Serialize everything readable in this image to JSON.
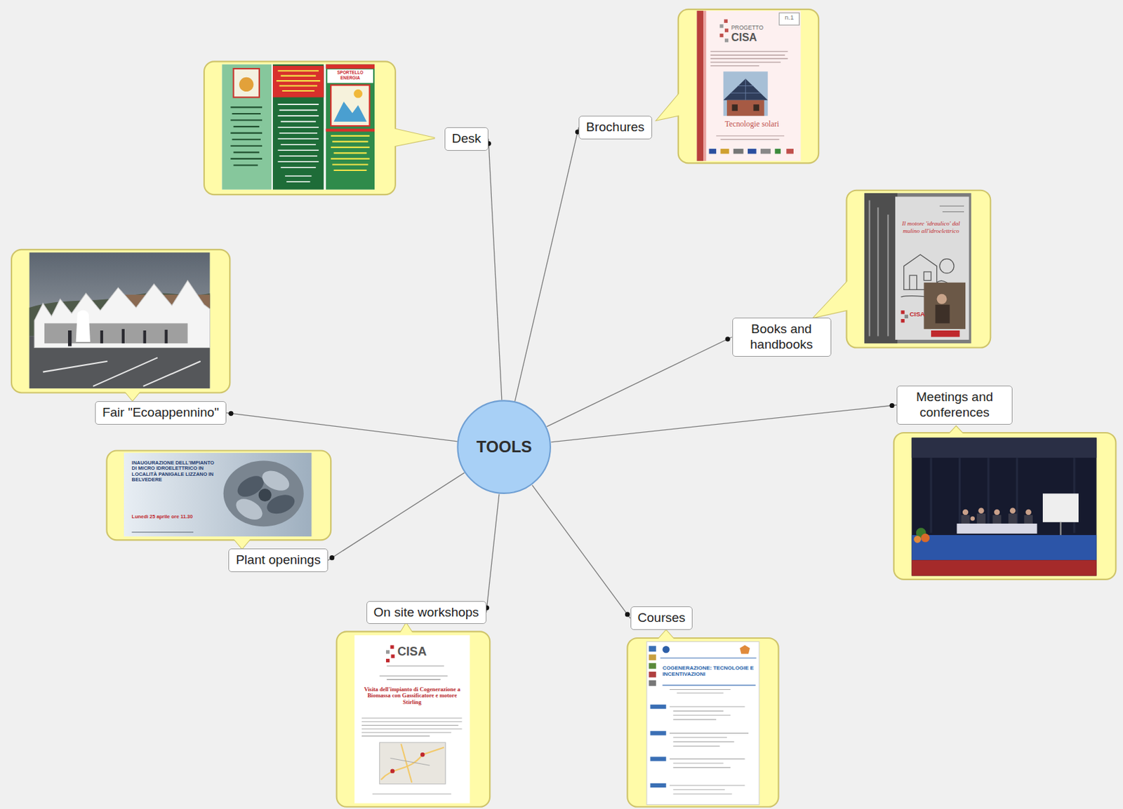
{
  "diagram": {
    "nodes": [
      {
        "text": [
          "TOOLS"
        ]
      },
      {
        "text": [
          "Desk"
        ]
      },
      {
        "text": [
          "Brochures"
        ]
      },
      {
        "text": [
          "Books and handbooks"
        ]
      },
      {
        "text": [
          "Meetings and conferences"
        ]
      },
      {
        "text": [
          "Courses"
        ]
      },
      {
        "text": [
          "On site workshops"
        ]
      },
      {
        "text": [
          "Plant openings"
        ]
      },
      {
        "text": [
          "Fair \"Ecoappennino\""
        ]
      }
    ],
    "edges": [
      {
        "from": 0,
        "to": 1,
        "arrow": "none"
      },
      {
        "from": 0,
        "to": 2,
        "arrow": "none"
      },
      {
        "from": 0,
        "to": 3,
        "arrow": "none"
      },
      {
        "from": 0,
        "to": 4,
        "arrow": "none"
      },
      {
        "from": 0,
        "to": 5,
        "arrow": "none"
      },
      {
        "from": 0,
        "to": 6,
        "arrow": "none"
      },
      {
        "from": 0,
        "to": 7,
        "arrow": "none"
      },
      {
        "from": 0,
        "to": 8,
        "arrow": "none"
      }
    ],
    "labels": [
      "SPORTELLO ENERGIA",
      "n.1",
      "PROGETTO",
      "CISA",
      "Tecnologie solari",
      "Il motore 'idraulico' dal mulino all'idroelettrico",
      "CISA",
      "COGENERAZIONE: TECNOLOGIE E INCENTIVAZIONI",
      "CISA",
      "Visita dell'impianto di Cogenerazione a Biomassa con Gassificatore e motore Stirling",
      "INAUGURAZIONE DELL'IMPIANTO DI MICRO IDROELETTRICO IN LOCALITÀ PANIGALE LIZZANO IN BELVEDERE",
      "Lunedì 25 aprile ore 11.30"
    ]
  }
}
